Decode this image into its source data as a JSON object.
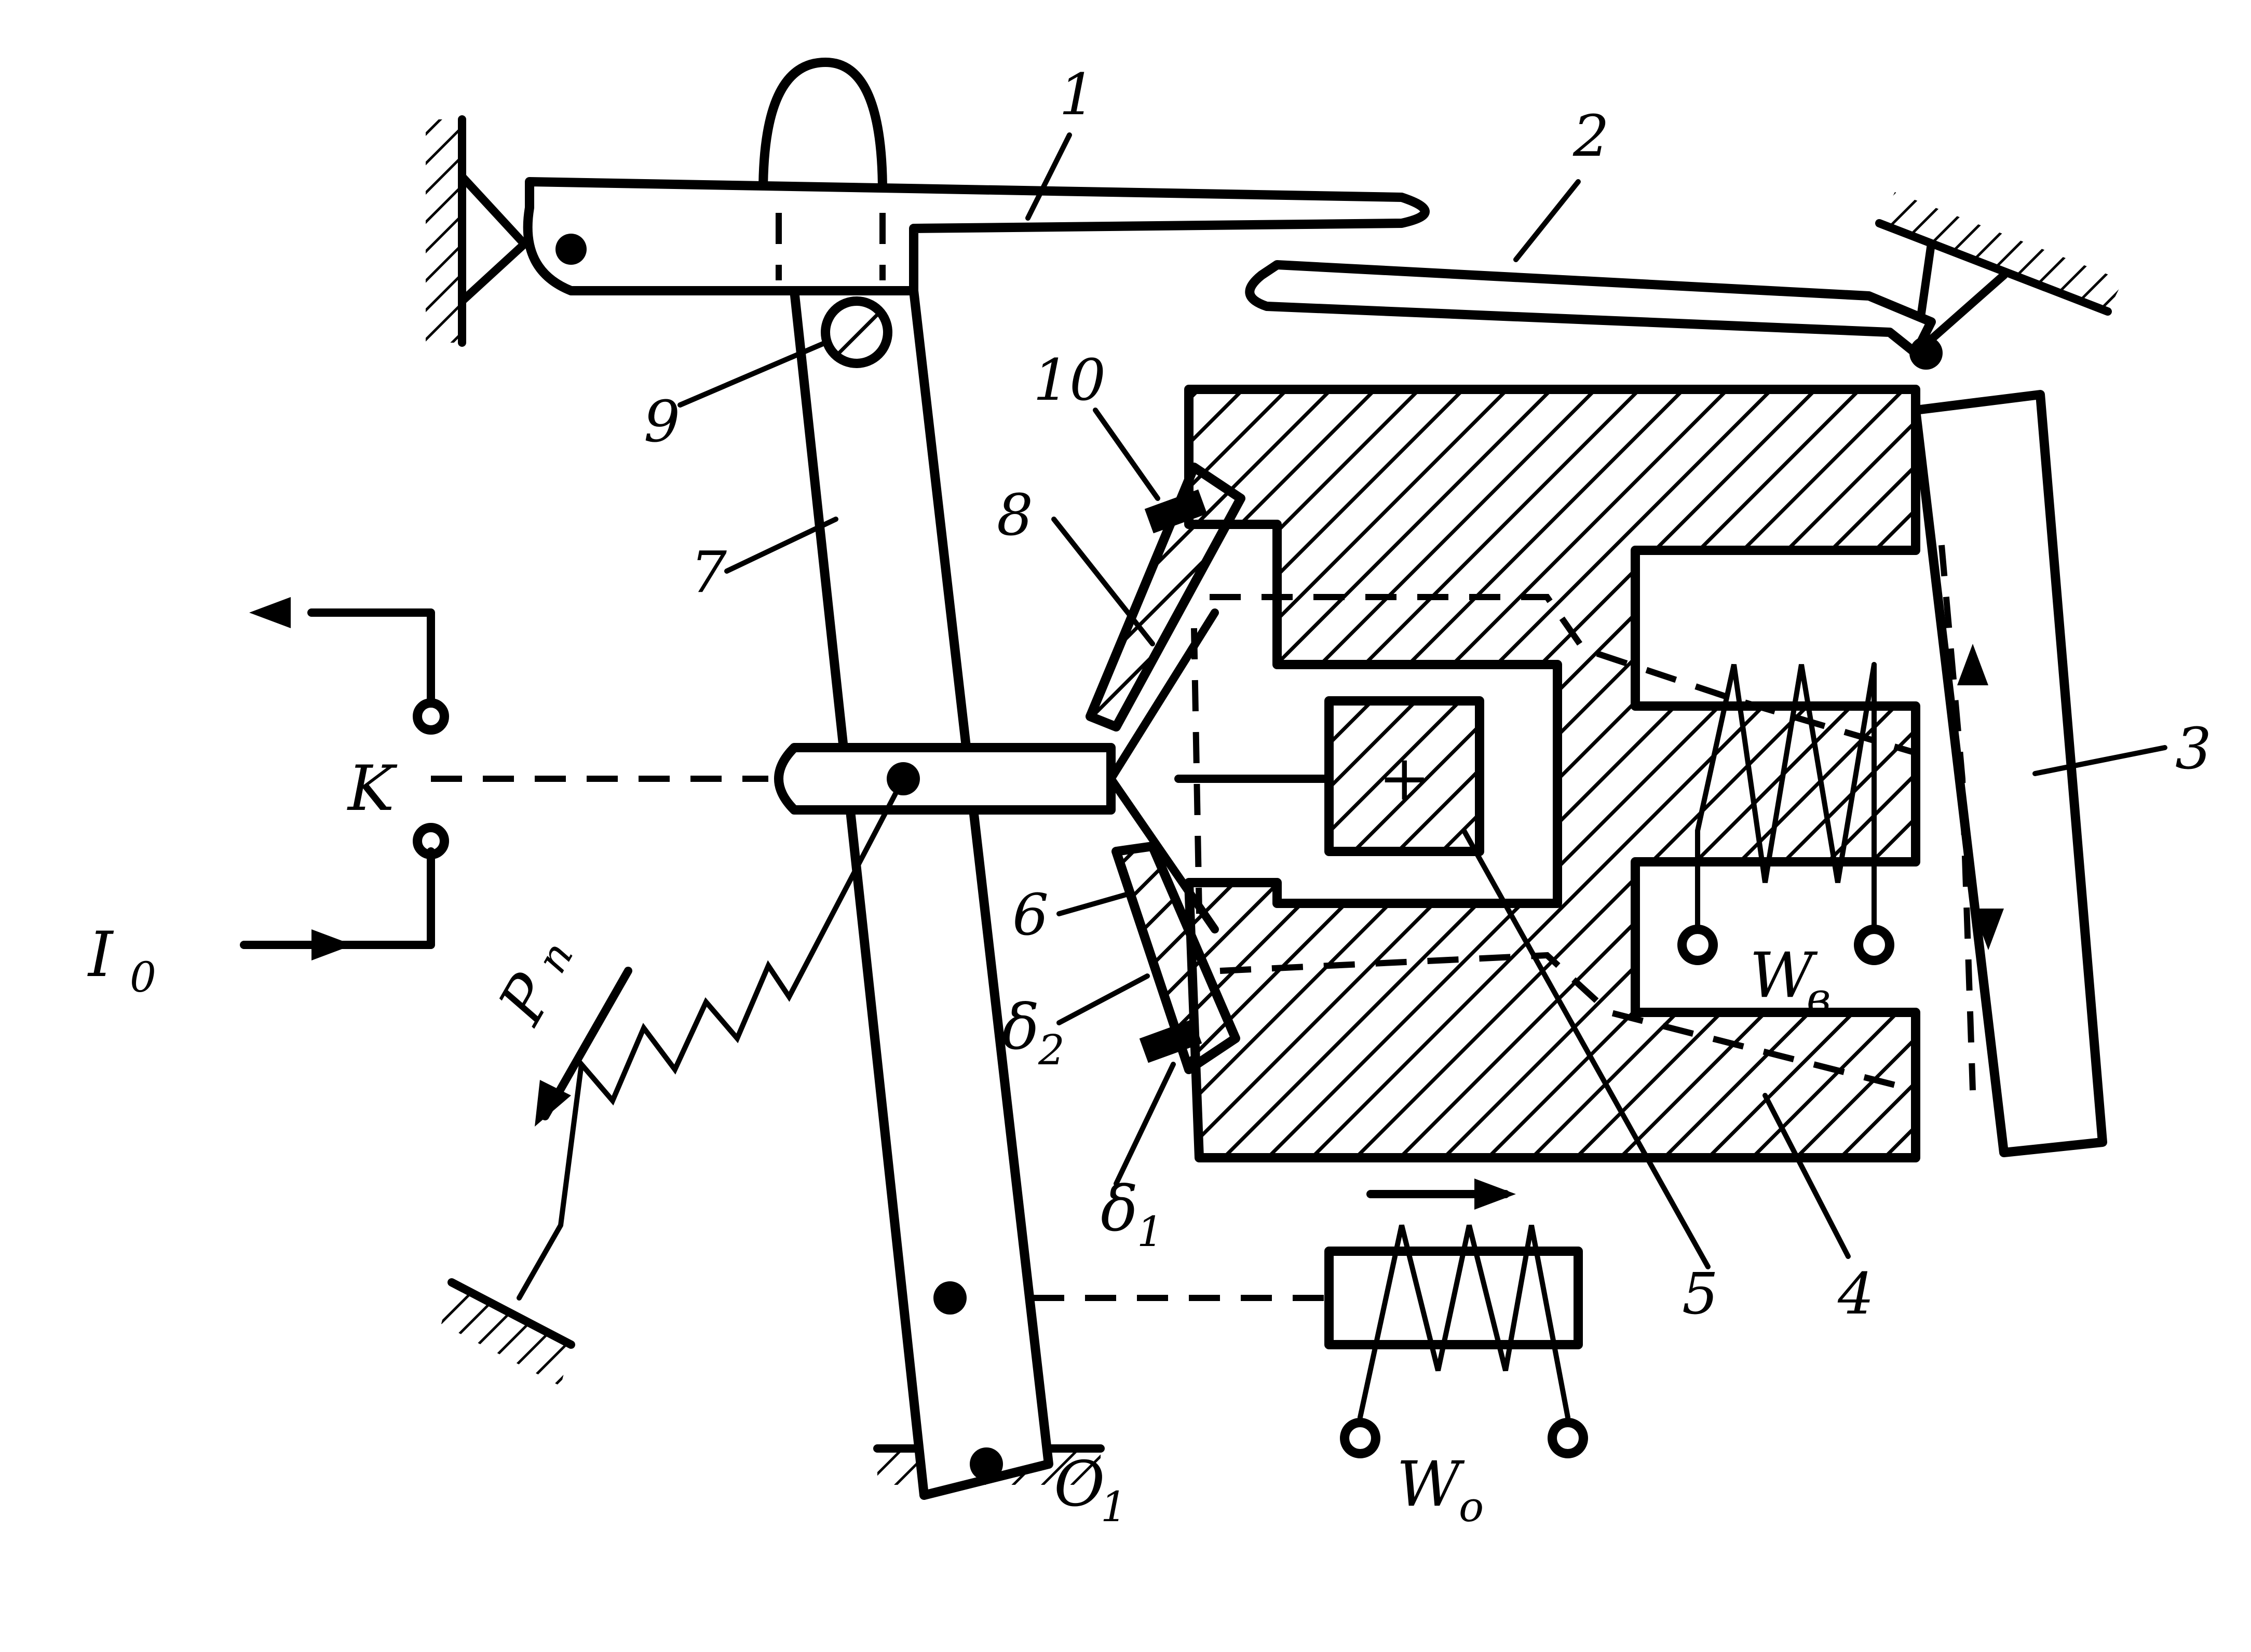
{
  "labels": {
    "l1": "1",
    "l2": "2",
    "l3": "3",
    "l4": "4",
    "l5": "5",
    "l6": "6",
    "l7": "7",
    "l8": "8",
    "l9": "9",
    "l10": "10",
    "k": "K",
    "i0": "I",
    "i0_sub": "0",
    "pn": "P",
    "pn_sub": "n",
    "d2": "δ",
    "d2_sub": "2",
    "d1": "δ",
    "d1_sub": "1",
    "o1": "O",
    "o1_sub": "1",
    "wv": "W",
    "wv_sub": "в",
    "wo": "W",
    "wo_sub": "o",
    "plus": "+"
  }
}
